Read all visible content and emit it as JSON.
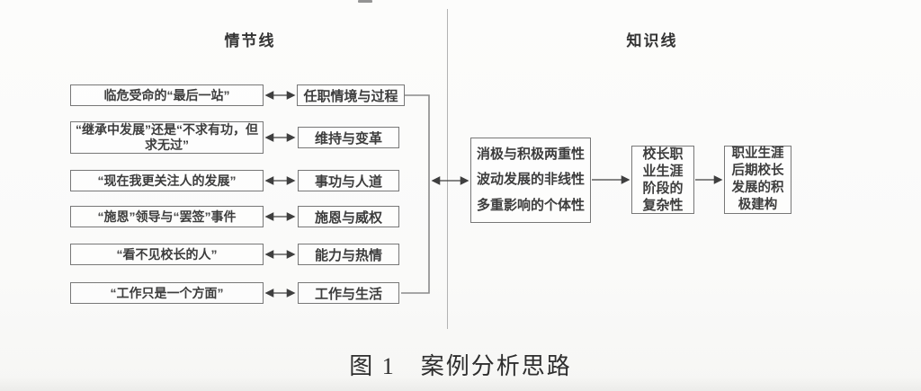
{
  "figure": {
    "caption": "图 1　案例分析思路"
  },
  "headers": {
    "plot_line": "情节线",
    "knowledge_line": "知识线"
  },
  "plot_rows": [
    {
      "event": "临危受命的“最后一站”",
      "theme": "任职情境与过程"
    },
    {
      "event": "“继承中发展”还是“不求有功，但求无过”",
      "theme": "维持与变革"
    },
    {
      "event": "“现在我更关注人的发展”",
      "theme": "事功与人道"
    },
    {
      "event": "“施恩”领导与“罢签”事件",
      "theme": "施恩与威权"
    },
    {
      "event": "“看不见校长的人”",
      "theme": "能力与热情"
    },
    {
      "event": "“工作只是一个方面”",
      "theme": "工作与生活"
    }
  ],
  "knowledge": {
    "characteristics": [
      "消极与积极两重性",
      "波动发展的非线性",
      "多重影响的个体性"
    ],
    "stage_complexity": "校长职业生涯阶段的复杂性",
    "positive_construction": "职业生涯后期校长发展的积极建构"
  },
  "colors": {
    "box_border": "#777777",
    "row_arrow": "#3f3f3f",
    "bracket_line": "#8a8a8a",
    "divider": "#b3b3b3",
    "text": "#3d3d3d"
  }
}
